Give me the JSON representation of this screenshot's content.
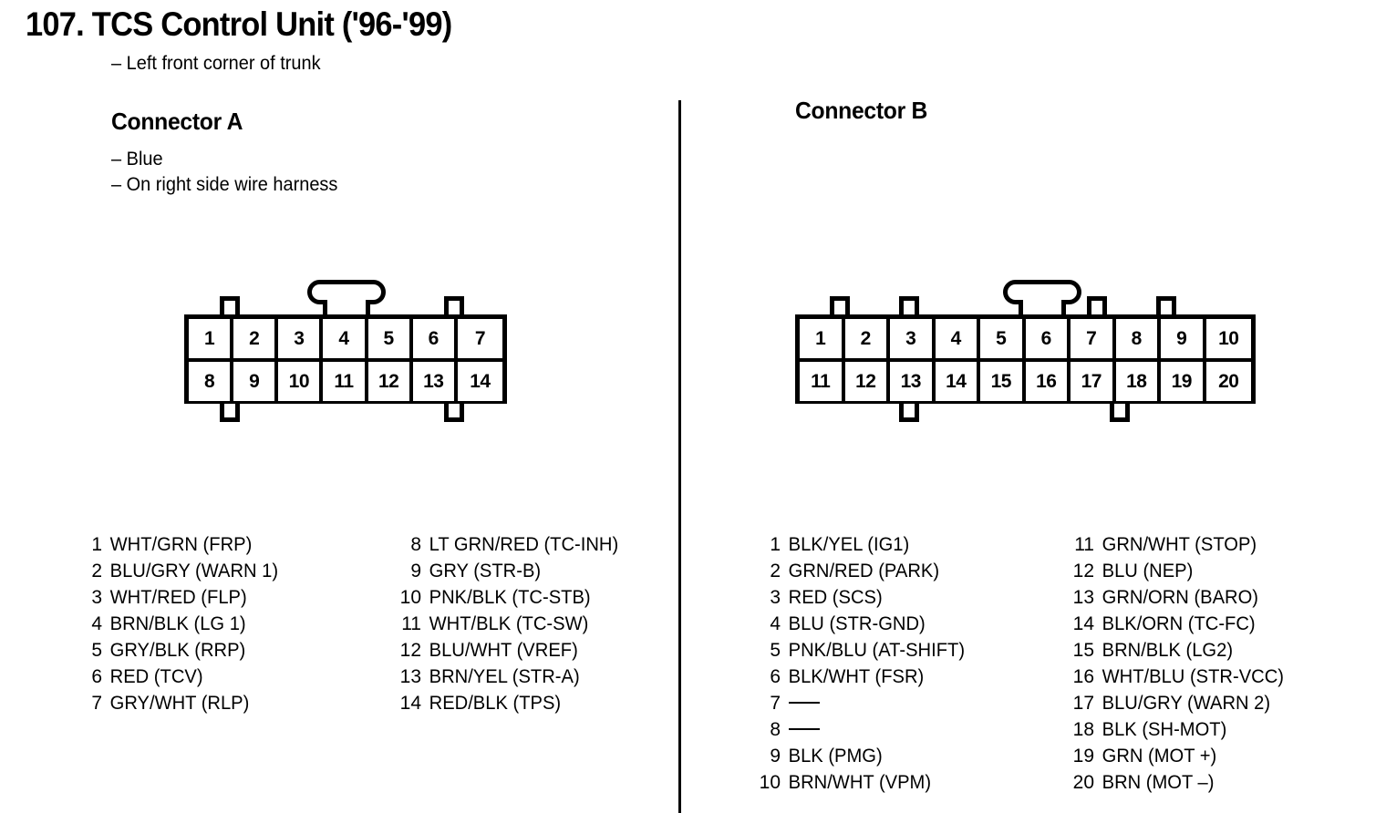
{
  "header": {
    "title": "107. TCS Control Unit ('96-'99)",
    "subtitle": "– Left front corner of trunk"
  },
  "connector_a": {
    "title": "Connector A",
    "bullets": [
      "– Blue",
      "– On right side wire harness"
    ],
    "diagram": {
      "columns": 7,
      "row_top": [
        "1",
        "2",
        "3",
        "4",
        "5",
        "6",
        "7"
      ],
      "row_bottom": [
        "8",
        "9",
        "10",
        "11",
        "12",
        "13",
        "14"
      ]
    },
    "pins_left": [
      {
        "num": "1",
        "label": "WHT/GRN (FRP)"
      },
      {
        "num": "2",
        "label": "BLU/GRY (WARN 1)"
      },
      {
        "num": "3",
        "label": "WHT/RED (FLP)"
      },
      {
        "num": "4",
        "label": "BRN/BLK (LG 1)"
      },
      {
        "num": "5",
        "label": "GRY/BLK (RRP)"
      },
      {
        "num": "6",
        "label": "RED (TCV)"
      },
      {
        "num": "7",
        "label": "GRY/WHT (RLP)"
      }
    ],
    "pins_right": [
      {
        "num": "8",
        "label": "LT GRN/RED (TC-INH)"
      },
      {
        "num": "9",
        "label": "GRY (STR-B)"
      },
      {
        "num": "10",
        "label": "PNK/BLK (TC-STB)"
      },
      {
        "num": "11",
        "label": "WHT/BLK (TC-SW)"
      },
      {
        "num": "12",
        "label": "BLU/WHT (VREF)"
      },
      {
        "num": "13",
        "label": "BRN/YEL (STR-A)"
      },
      {
        "num": "14",
        "label": "RED/BLK (TPS)"
      }
    ]
  },
  "connector_b": {
    "title": "Connector B",
    "bullets": [],
    "diagram": {
      "columns": 10,
      "row_top": [
        "1",
        "2",
        "3",
        "4",
        "5",
        "6",
        "7",
        "8",
        "9",
        "10"
      ],
      "row_bottom": [
        "11",
        "12",
        "13",
        "14",
        "15",
        "16",
        "17",
        "18",
        "19",
        "20"
      ]
    },
    "pins_left": [
      {
        "num": "1",
        "label": "BLK/YEL (IG1)"
      },
      {
        "num": "2",
        "label": "GRN/RED (PARK)"
      },
      {
        "num": "3",
        "label": "RED (SCS)"
      },
      {
        "num": "4",
        "label": "BLU (STR-GND)"
      },
      {
        "num": "5",
        "label": "PNK/BLU (AT-SHIFT)"
      },
      {
        "num": "6",
        "label": "BLK/WHT (FSR)"
      },
      {
        "num": "7",
        "label": ""
      },
      {
        "num": "8",
        "label": ""
      },
      {
        "num": "9",
        "label": "BLK (PMG)"
      },
      {
        "num": "10",
        "label": "BRN/WHT (VPM)"
      }
    ],
    "pins_right": [
      {
        "num": "11",
        "label": "GRN/WHT (STOP)"
      },
      {
        "num": "12",
        "label": "BLU (NEP)"
      },
      {
        "num": "13",
        "label": "GRN/ORN (BARO)"
      },
      {
        "num": "14",
        "label": "BLK/ORN (TC-FC)"
      },
      {
        "num": "15",
        "label": "BRN/BLK (LG2)"
      },
      {
        "num": "16",
        "label": "WHT/BLU (STR-VCC)"
      },
      {
        "num": "17",
        "label": "BLU/GRY (WARN 2)"
      },
      {
        "num": "18",
        "label": "BLK (SH-MOT)"
      },
      {
        "num": "19",
        "label": "GRN (MOT +)"
      },
      {
        "num": "20",
        "label": "BRN (MOT –)"
      }
    ]
  },
  "colors": {
    "ink": "#000000",
    "paper": "#ffffff"
  }
}
